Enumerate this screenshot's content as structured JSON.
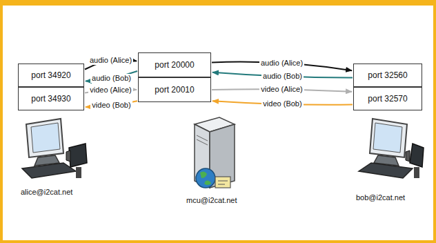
{
  "diagram": {
    "nodes": [
      {
        "text": [
          "port 34920"
        ]
      },
      {
        "text": [
          "port 34930"
        ]
      },
      {
        "text": [
          "port 20000"
        ]
      },
      {
        "text": [
          "port 20010"
        ]
      },
      {
        "text": [
          "port 32560"
        ]
      },
      {
        "text": [
          "port 32570"
        ]
      }
    ],
    "edges": [
      {
        "from": 0,
        "to": 2,
        "label": "audio (Alice)",
        "arrow": "to"
      },
      {
        "from": 2,
        "to": 0,
        "label": "audio (Bob)",
        "arrow": "to"
      },
      {
        "from": 1,
        "to": 3,
        "label": "video (Alice)",
        "arrow": "to"
      },
      {
        "from": 3,
        "to": 1,
        "label": "video (Bob)",
        "arrow": "to"
      },
      {
        "from": 2,
        "to": 4,
        "label": "audio (Alice)",
        "arrow": "to"
      },
      {
        "from": 4,
        "to": 2,
        "label": "audio (Bob)",
        "arrow": "to"
      },
      {
        "from": 3,
        "to": 5,
        "label": "video (Alice)",
        "arrow": "to"
      },
      {
        "from": 5,
        "to": 3,
        "label": "video (Bob)",
        "arrow": "to"
      }
    ],
    "labels": [
      "alice@i2cat.net",
      "mcu@i2cat.net",
      "bob@i2cat.net"
    ]
  }
}
